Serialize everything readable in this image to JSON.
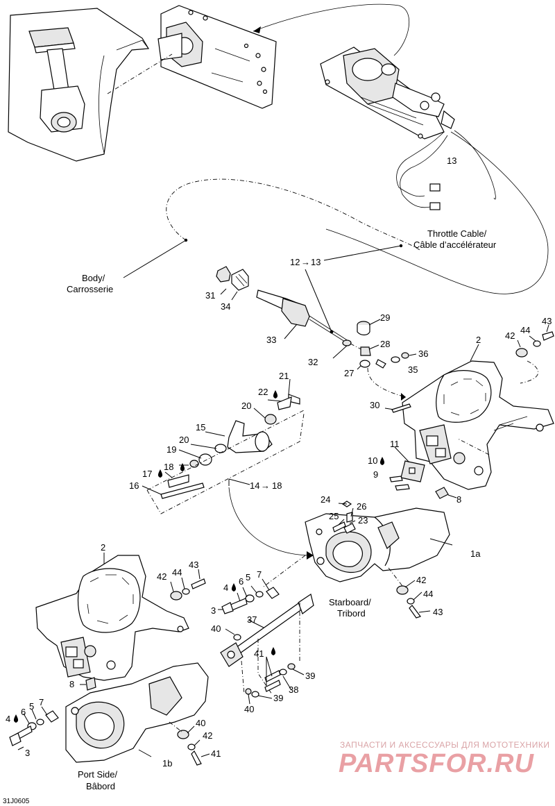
{
  "drawing": {
    "code": "31J0605",
    "labels": {
      "body": [
        "Body/",
        "Carrosserie"
      ],
      "throttle": [
        "Throttle Cable/",
        "Câble d’accélérateur"
      ],
      "starboard": [
        "Starboard/",
        "Tribord"
      ],
      "port": [
        "Port Side/",
        "Bâbord"
      ]
    },
    "callouts": {
      "c13_top": "13",
      "c12_13": "12",
      "c12_13b": "13",
      "c2_right": "2",
      "c43_right": "43",
      "c44_right": "44",
      "c42_right": "42",
      "c29": "29",
      "c28": "28",
      "c36": "36",
      "c35": "35",
      "c27": "27",
      "c31": "31",
      "c34": "34",
      "c33": "33",
      "c32": "32",
      "c30": "30",
      "c21": "21",
      "c22": "22",
      "c20": "20",
      "c15": "15",
      "c20b": "20",
      "c19": "19",
      "c18": "18",
      "c17": "17",
      "c16": "16",
      "c14_18": "14",
      "c14_18b": "18",
      "c11": "11",
      "c10": "10",
      "c9": "9",
      "c8_right": "8",
      "c24": "24",
      "c26": "26",
      "c25": "25",
      "c23": "23",
      "c1a": "1a",
      "c2_left": "2",
      "c43_left": "43",
      "c44_left": "44",
      "c42_left": "42",
      "c7_mid": "7",
      "c6_mid": "6",
      "c5_mid": "5",
      "c4_mid": "4",
      "c3_mid": "3",
      "c42_sb": "42",
      "c44_sb": "44",
      "c43_sb": "43",
      "c37": "37",
      "c40_top": "40",
      "c41": "41",
      "c39_a": "39",
      "c38": "38",
      "c39_b": "39",
      "c40_b": "40",
      "c8_left": "8",
      "c7_left": "7",
      "c6_left": "6",
      "c5_left": "5",
      "c4_left": "4",
      "c3_left": "3",
      "c40_port": "40",
      "c42_port": "42",
      "c41_port": "41",
      "c1b": "1b"
    }
  },
  "watermark": {
    "tagline": "ЗАПЧАСТИ И АКСЕССУАРЫ ДЛЯ МОТОТЕХНИКИ",
    "brand": "PARTSFOR.RU",
    "color": "#e9a0a4"
  }
}
